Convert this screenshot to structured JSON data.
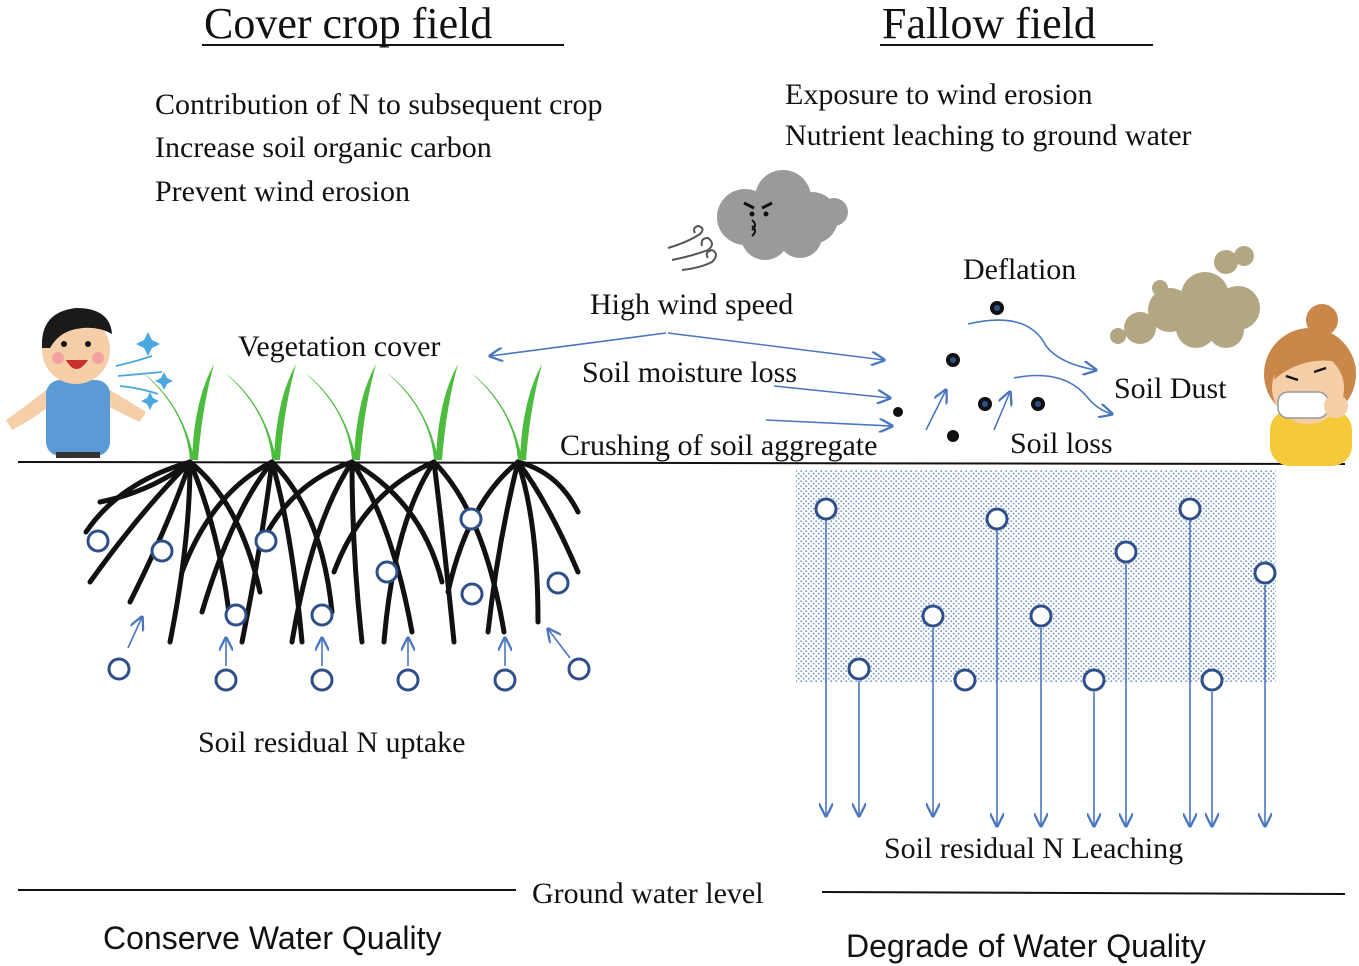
{
  "left": {
    "title": "Cover crop field",
    "benefits": [
      "Contribution  of N to subsequent crop",
      "Increase  soil organic carbon",
      "Prevent wind erosion"
    ],
    "vegetation_label": "Vegetation cover",
    "uptake_label": "Soil residual N uptake",
    "outcome": "Conserve Water Quality"
  },
  "right": {
    "title": "Fallow  field",
    "risks": [
      "Exposure to  wind erosion",
      "Nutrient leaching to ground water"
    ],
    "deflation_label": "Deflation",
    "dust_label": "Soil Dust",
    "soil_loss_label": "Soil loss",
    "leaching_label": "Soil residual N Leaching",
    "outcome": "Degrade of Water Quality"
  },
  "center": {
    "wind_label": "High wind speed",
    "moisture_label": "Soil moisture loss",
    "crush_label": "Crushing of soil aggregate"
  },
  "ground_water_label": "Ground water level",
  "colors": {
    "arrow": "#4a76c0",
    "circle": "#2f4f8a",
    "leaf": "#4dbb3e",
    "cloud": "#9a9a9a",
    "dust": "#b3a683",
    "root": "#111111",
    "stipple": "#6f97c8"
  }
}
